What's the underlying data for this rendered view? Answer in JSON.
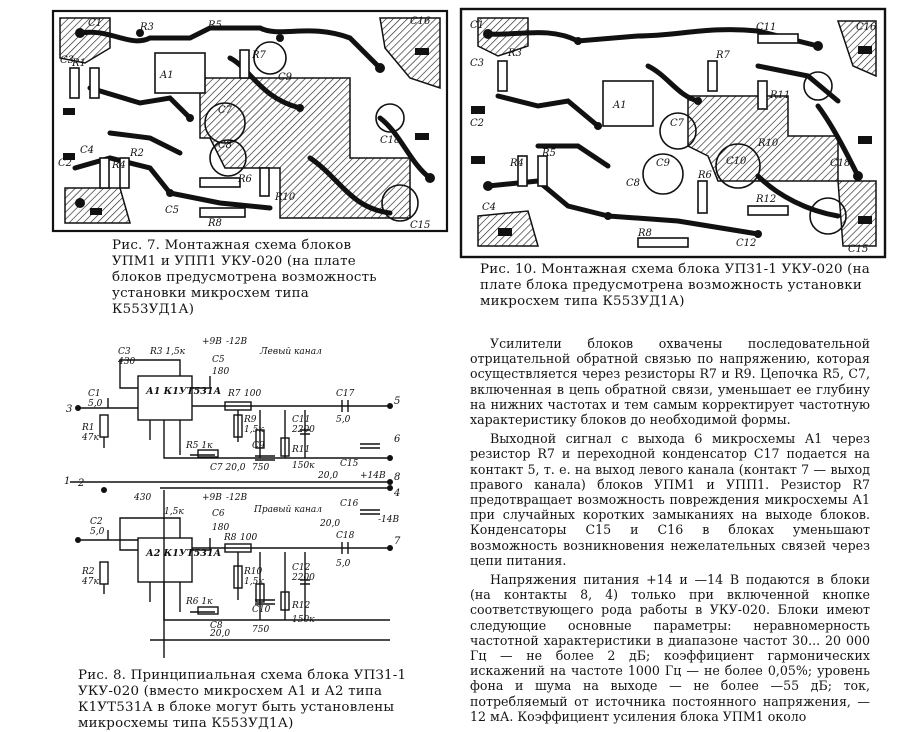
{
  "fig7": {
    "caption": "Рис. 7. Монтажная схема блоков УПМ1 и УПП1 УКУ-020 (на плате блоков предусмотрена возможность установки микросхем типа К553УД1А)",
    "labels": [
      "C1",
      "C16",
      "C3",
      "A1",
      "R5",
      "C4",
      "R7",
      "C7",
      "C8",
      "C18",
      "C2",
      "C5",
      "R6",
      "R8",
      "R10",
      "C15",
      "R3",
      "R4",
      "R2",
      "R1",
      "C9"
    ]
  },
  "fig10": {
    "caption": "Рис. 10. Монтажная схема блока УПЗ1-1 УКУ-020 (на плате блока предусмотрена возможность установки микросхем типа К553УД1А)",
    "labels": [
      "C1",
      "C3",
      "C2",
      "C11",
      "R7",
      "R11",
      "C16",
      "A1",
      "C7",
      "C9",
      "R4",
      "C10",
      "R12",
      "C15",
      "C4",
      "R8",
      "C12",
      "R3",
      "R5",
      "R6",
      "R10",
      "C18",
      "C8"
    ]
  },
  "fig8": {
    "caption": "Рис. 8. Принципиальная схема блока УПЗ1-1 УКУ-020 (вместо микросхем А1 и А2 типа К1УТ531А в блоке могут быть установлены микросхемы типа К553УД1А)",
    "top": {
      "chip": "А1 К1УТ531А",
      "r3": "R3 1,5к",
      "supply_pos": "+9В",
      "supply_neg": "-12В",
      "c3": "C3",
      "c3v": "430",
      "c5": "C5",
      "c5v": "180",
      "channel": "Левый канал",
      "c1": "C1",
      "c1v": "5,0",
      "r1": "R1",
      "r1v": "47к",
      "r7": "R7",
      "r7v": "100",
      "c17": "C17",
      "c17v": "5,0",
      "r9": "R9",
      "r9v": "1,5к",
      "c11": "C11",
      "c11v": "2200",
      "r5": "R5 1к",
      "c7": "C7 20,0",
      "c9": "C9",
      "c9v": "750",
      "r11": "R11",
      "r11v": "150к",
      "c15": "C15",
      "c15v": "20,0",
      "plus14": "+14В"
    },
    "bottom": {
      "chip": "А2 К1УТ531А",
      "supply_pos": "+9В",
      "supply_neg": "-12В",
      "c4v": "430",
      "r4v": "1,5к",
      "c6": "C6",
      "c6v": "180",
      "channel": "Правый канал",
      "c2": "C2",
      "c2v": "5,0",
      "r2": "R2",
      "r2v": "47к",
      "r8": "R8",
      "r8v": "100",
      "c18": "C18",
      "c18v": "5,0",
      "r10": "R10",
      "r10v": "1,5к",
      "c12": "C12",
      "c12v": "2200",
      "r6": "R6 1к",
      "c8": "C8",
      "c8v": "20,0",
      "c10": "C10",
      "c10v": "750",
      "r12": "R12",
      "r12v": "150к",
      "c16": "C16",
      "c16v": "20,0",
      "minus14": "-14В"
    },
    "terminals": [
      "1",
      "2",
      "3",
      "4",
      "5",
      "6",
      "7",
      "8"
    ]
  },
  "body_text": [
    "Усилители блоков охвачены последовательной отрицательной обратной связью по напряжению, которая осуществляется через резисторы R7 и R9. Цепочка R5, C7, включенная в цепь обратной связи, уменьшает ее глубину на нижних частотах и тем самым корректирует частотную характеристику блоков до необходимой формы.",
    "Выходной сигнал с выхода 6 микросхемы А1 через резистор R7 и переходной конденсатор С17 подается на контакт 5, т. е. на выход левого канала (контакт 7 — выход правого канала) блоков УПМ1 и УПП1. Резистор R7 предотвращает возможность повреждения микросхемы А1 при случайных коротких замыканиях на выходе блоков. Конденсаторы С15 и С16 в блоках уменьшают возможность возникновения нежелательных связей через цепи питания.",
    "Напряжения питания +14 и —14 В подаются в блоки (на контакты 8, 4) только при включенной кнопке соответствующего рода работы в УКУ-020. Блоки имеют следующие основные параметры: неравномерность частотной характеристики в диапазоне частот 30... 20 000 Гц — не более 2 дБ; коэффициент гармонических искажений на частоте 1000 Гц — не более 0,05%; уровень фона и шума на выходе — не более —55 дБ; ток, потребляемый от источника постоянного напряжения, —12 мА. Коэффициент усиления блока УПМ1 около"
  ]
}
